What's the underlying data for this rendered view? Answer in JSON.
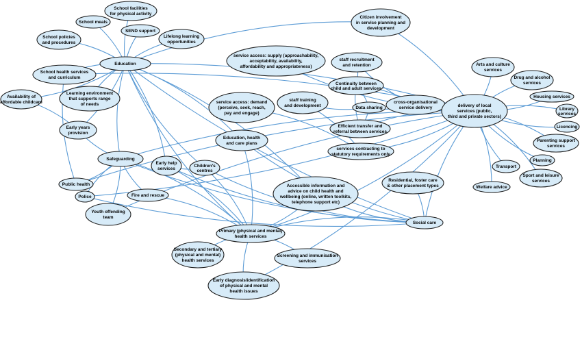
{
  "nodes": [
    {
      "id": "education",
      "lines": [
        "Education"
      ]
    },
    {
      "id": "school-facilities",
      "lines": [
        "School facilities",
        "for physical activity"
      ]
    },
    {
      "id": "school-meals",
      "lines": [
        "School meals"
      ]
    },
    {
      "id": "send-support",
      "lines": [
        "SEND support"
      ]
    },
    {
      "id": "school-policies",
      "lines": [
        "School policies",
        "and procedures"
      ]
    },
    {
      "id": "lifelong-learning",
      "lines": [
        "Lifelong learning",
        "opportunities"
      ]
    },
    {
      "id": "school-health",
      "lines": [
        "School health services",
        "and curriculum"
      ]
    },
    {
      "id": "affordable-childcare",
      "lines": [
        "Availability of",
        "affordable childcare"
      ]
    },
    {
      "id": "learning-environment",
      "lines": [
        "Learning environment",
        "that supports range",
        "of needs"
      ]
    },
    {
      "id": "early-years",
      "lines": [
        "Early years",
        "provision"
      ]
    },
    {
      "id": "safeguarding",
      "lines": [
        "Safeguarding"
      ]
    },
    {
      "id": "public-health",
      "lines": [
        "Public health"
      ]
    },
    {
      "id": "police",
      "lines": [
        "Police"
      ]
    },
    {
      "id": "youth-offending",
      "lines": [
        "Youth offending",
        "team"
      ]
    },
    {
      "id": "fire-rescue",
      "lines": [
        "Fire and rescue"
      ]
    },
    {
      "id": "early-help",
      "lines": [
        "Early help",
        "services"
      ]
    },
    {
      "id": "childrens-centres",
      "lines": [
        "Children's",
        "centres"
      ]
    },
    {
      "id": "education-health-care",
      "lines": [
        "Education, health",
        "and care plans"
      ]
    },
    {
      "id": "service-access-demand",
      "lines": [
        "service access: demand",
        "(perceive, seek, reach,",
        "pay and engage)"
      ]
    },
    {
      "id": "service-access-supply",
      "lines": [
        "service access: supply (approachability,",
        "acceptability, availability,",
        "affordability and appropriateness)"
      ]
    },
    {
      "id": "staff-recruitment",
      "lines": [
        "staff recruitment",
        "and retention"
      ]
    },
    {
      "id": "continuity",
      "lines": [
        "Continuity between",
        "child and adult services"
      ]
    },
    {
      "id": "staff-training",
      "lines": [
        "staff training",
        "and development"
      ]
    },
    {
      "id": "data-sharing",
      "lines": [
        "Data sharing"
      ]
    },
    {
      "id": "cross-organisational",
      "lines": [
        "cross-organisational",
        "service delivery"
      ]
    },
    {
      "id": "efficient-transfer",
      "lines": [
        "Efficient transfer and",
        "referral between services"
      ]
    },
    {
      "id": "services-contracting",
      "lines": [
        "services contracting to",
        "statutory requirements only"
      ]
    },
    {
      "id": "citizen-involvement",
      "lines": [
        "Citizen involvement",
        "in service planning and",
        "development"
      ]
    },
    {
      "id": "local-services",
      "lines": [
        "delivery of local",
        "services (public,",
        "third and private sectors)"
      ]
    },
    {
      "id": "arts-culture",
      "lines": [
        "Arts and culture",
        "services"
      ]
    },
    {
      "id": "drug-alcohol",
      "lines": [
        "Drug and alcohol",
        "services"
      ]
    },
    {
      "id": "housing",
      "lines": [
        "Housing services"
      ]
    },
    {
      "id": "library",
      "lines": [
        "Library",
        "services"
      ]
    },
    {
      "id": "licencing",
      "lines": [
        "Licencing"
      ]
    },
    {
      "id": "parenting-support",
      "lines": [
        "Parenting support",
        "services"
      ]
    },
    {
      "id": "planning",
      "lines": [
        "Planning"
      ]
    },
    {
      "id": "sport-leisure",
      "lines": [
        "Sport and leisure",
        "services"
      ]
    },
    {
      "id": "transport",
      "lines": [
        "Transport"
      ]
    },
    {
      "id": "welfare-advice",
      "lines": [
        "Welfare advice"
      ]
    },
    {
      "id": "residential-foster",
      "lines": [
        "Residential, foster care",
        "& other placement types"
      ]
    },
    {
      "id": "social-care",
      "lines": [
        "Social care"
      ]
    },
    {
      "id": "accessible-info",
      "lines": [
        "Accessible information and",
        "advice on child health and",
        "wellbeing (online, written toolkits,",
        "telephone support etc)"
      ]
    },
    {
      "id": "primary-health",
      "lines": [
        "Primary (physical and mental)",
        "health services"
      ]
    },
    {
      "id": "secondary-tertiary",
      "lines": [
        "Secondary and tertiary",
        "(physical and mental)",
        "health services"
      ]
    },
    {
      "id": "screening",
      "lines": [
        "Screening and immunisation",
        "services"
      ]
    },
    {
      "id": "early-diagnosis",
      "lines": [
        "Early diagnosis/identification",
        "of physical and mental",
        "health issues"
      ]
    }
  ],
  "edges": [
    [
      "education",
      "school-facilities"
    ],
    [
      "education",
      "school-meals"
    ],
    [
      "education",
      "send-support"
    ],
    [
      "education",
      "school-policies"
    ],
    [
      "education",
      "lifelong-learning"
    ],
    [
      "education",
      "school-health"
    ],
    [
      "education",
      "affordable-childcare"
    ],
    [
      "education",
      "learning-environment"
    ],
    [
      "education",
      "early-years"
    ],
    [
      "education",
      "safeguarding"
    ],
    [
      "education",
      "early-help"
    ],
    [
      "education",
      "childrens-centres"
    ],
    [
      "education",
      "education-health-care"
    ],
    [
      "education",
      "primary-health"
    ],
    [
      "education",
      "accessible-info"
    ],
    [
      "education",
      "social-care"
    ],
    [
      "education",
      "local-services"
    ],
    [
      "school-health",
      "public-health"
    ],
    [
      "affordable-childcare",
      "early-years"
    ],
    [
      "early-years",
      "safeguarding"
    ],
    [
      "safeguarding",
      "public-health"
    ],
    [
      "safeguarding",
      "police"
    ],
    [
      "safeguarding",
      "youth-offending"
    ],
    [
      "safeguarding",
      "fire-rescue"
    ],
    [
      "safeguarding",
      "primary-health"
    ],
    [
      "safeguarding",
      "social-care"
    ],
    [
      "safeguarding",
      "local-services"
    ],
    [
      "early-help",
      "childrens-centres"
    ],
    [
      "early-help",
      "primary-health"
    ],
    [
      "early-help",
      "social-care"
    ],
    [
      "childrens-centres",
      "primary-health"
    ],
    [
      "childrens-centres",
      "social-care"
    ],
    [
      "education-health-care",
      "primary-health"
    ],
    [
      "education-health-care",
      "social-care"
    ],
    [
      "service-access-demand",
      "services-contracting"
    ],
    [
      "service-access-supply",
      "local-services"
    ],
    [
      "staff-recruitment",
      "continuity"
    ],
    [
      "staff-recruitment",
      "cross-organisational"
    ],
    [
      "staff-training",
      "services-contracting"
    ],
    [
      "staff-training",
      "data-sharing"
    ],
    [
      "continuity",
      "data-sharing"
    ],
    [
      "continuity",
      "efficient-transfer"
    ],
    [
      "continuity",
      "cross-organisational"
    ],
    [
      "data-sharing",
      "cross-organisational"
    ],
    [
      "data-sharing",
      "efficient-transfer"
    ],
    [
      "cross-organisational",
      "local-services"
    ],
    [
      "efficient-transfer",
      "local-services"
    ],
    [
      "services-contracting",
      "local-services"
    ],
    [
      "citizen-involvement",
      "local-services"
    ],
    [
      "local-services",
      "arts-culture"
    ],
    [
      "local-services",
      "drug-alcohol"
    ],
    [
      "local-services",
      "housing"
    ],
    [
      "local-services",
      "library"
    ],
    [
      "local-services",
      "licencing"
    ],
    [
      "local-services",
      "parenting-support"
    ],
    [
      "local-services",
      "planning"
    ],
    [
      "local-services",
      "sport-leisure"
    ],
    [
      "local-services",
      "transport"
    ],
    [
      "local-services",
      "welfare-advice"
    ],
    [
      "local-services",
      "social-care"
    ],
    [
      "local-services",
      "primary-health"
    ],
    [
      "local-services",
      "public-health"
    ],
    [
      "local-services",
      "police"
    ],
    [
      "local-services",
      "youth-offending"
    ],
    [
      "local-services",
      "early-diagnosis"
    ],
    [
      "local-services",
      "school-health"
    ],
    [
      "residential-foster",
      "social-care"
    ],
    [
      "accessible-info",
      "social-care"
    ],
    [
      "accessible-info",
      "primary-health"
    ],
    [
      "primary-health",
      "secondary-tertiary"
    ],
    [
      "primary-health",
      "screening"
    ],
    [
      "primary-health",
      "early-diagnosis"
    ],
    [
      "primary-health",
      "social-care"
    ],
    [
      "primary-health",
      "fire-rescue"
    ],
    [
      "social-care",
      "police"
    ],
    [
      "citizen-involvement",
      "education"
    ]
  ]
}
